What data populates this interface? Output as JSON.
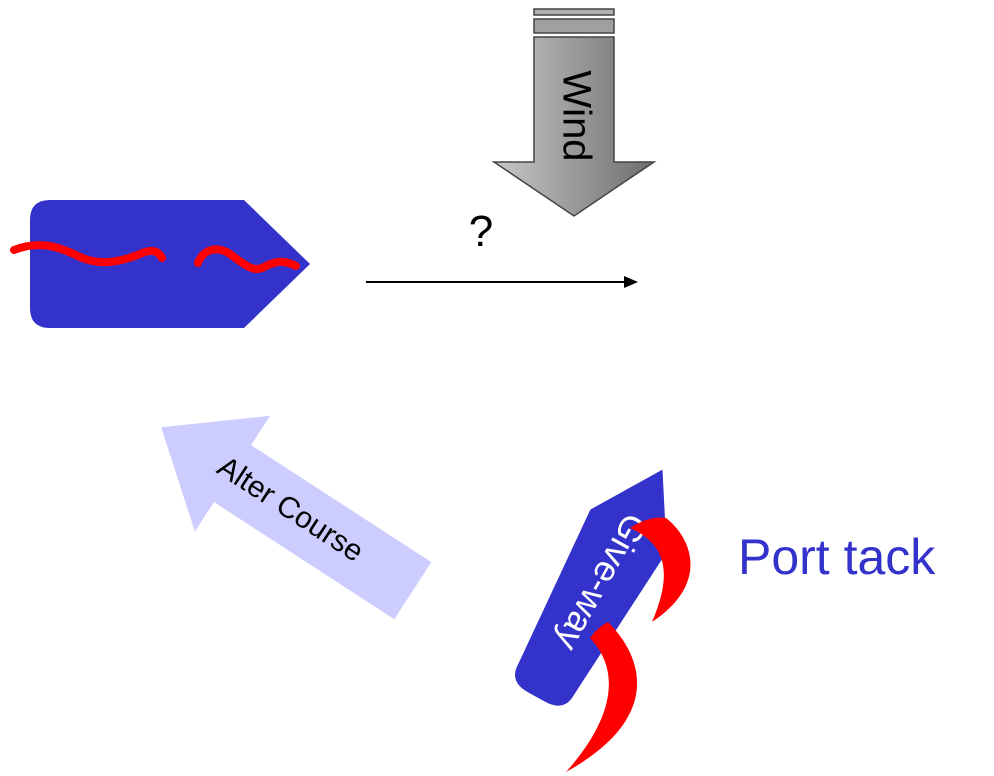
{
  "wind": {
    "label": "Wind",
    "color": "#999999"
  },
  "question": {
    "label": "?"
  },
  "alter_course": {
    "label": "Alter Course",
    "color": "#ccccff"
  },
  "give_way_boat": {
    "label": "Give-way",
    "color": "#3333cc"
  },
  "port_tack": {
    "label": "Port tack",
    "color": "#3333cc"
  },
  "stand_on_boat": {
    "color": "#3333cc"
  },
  "sail_color": "#ff0000"
}
